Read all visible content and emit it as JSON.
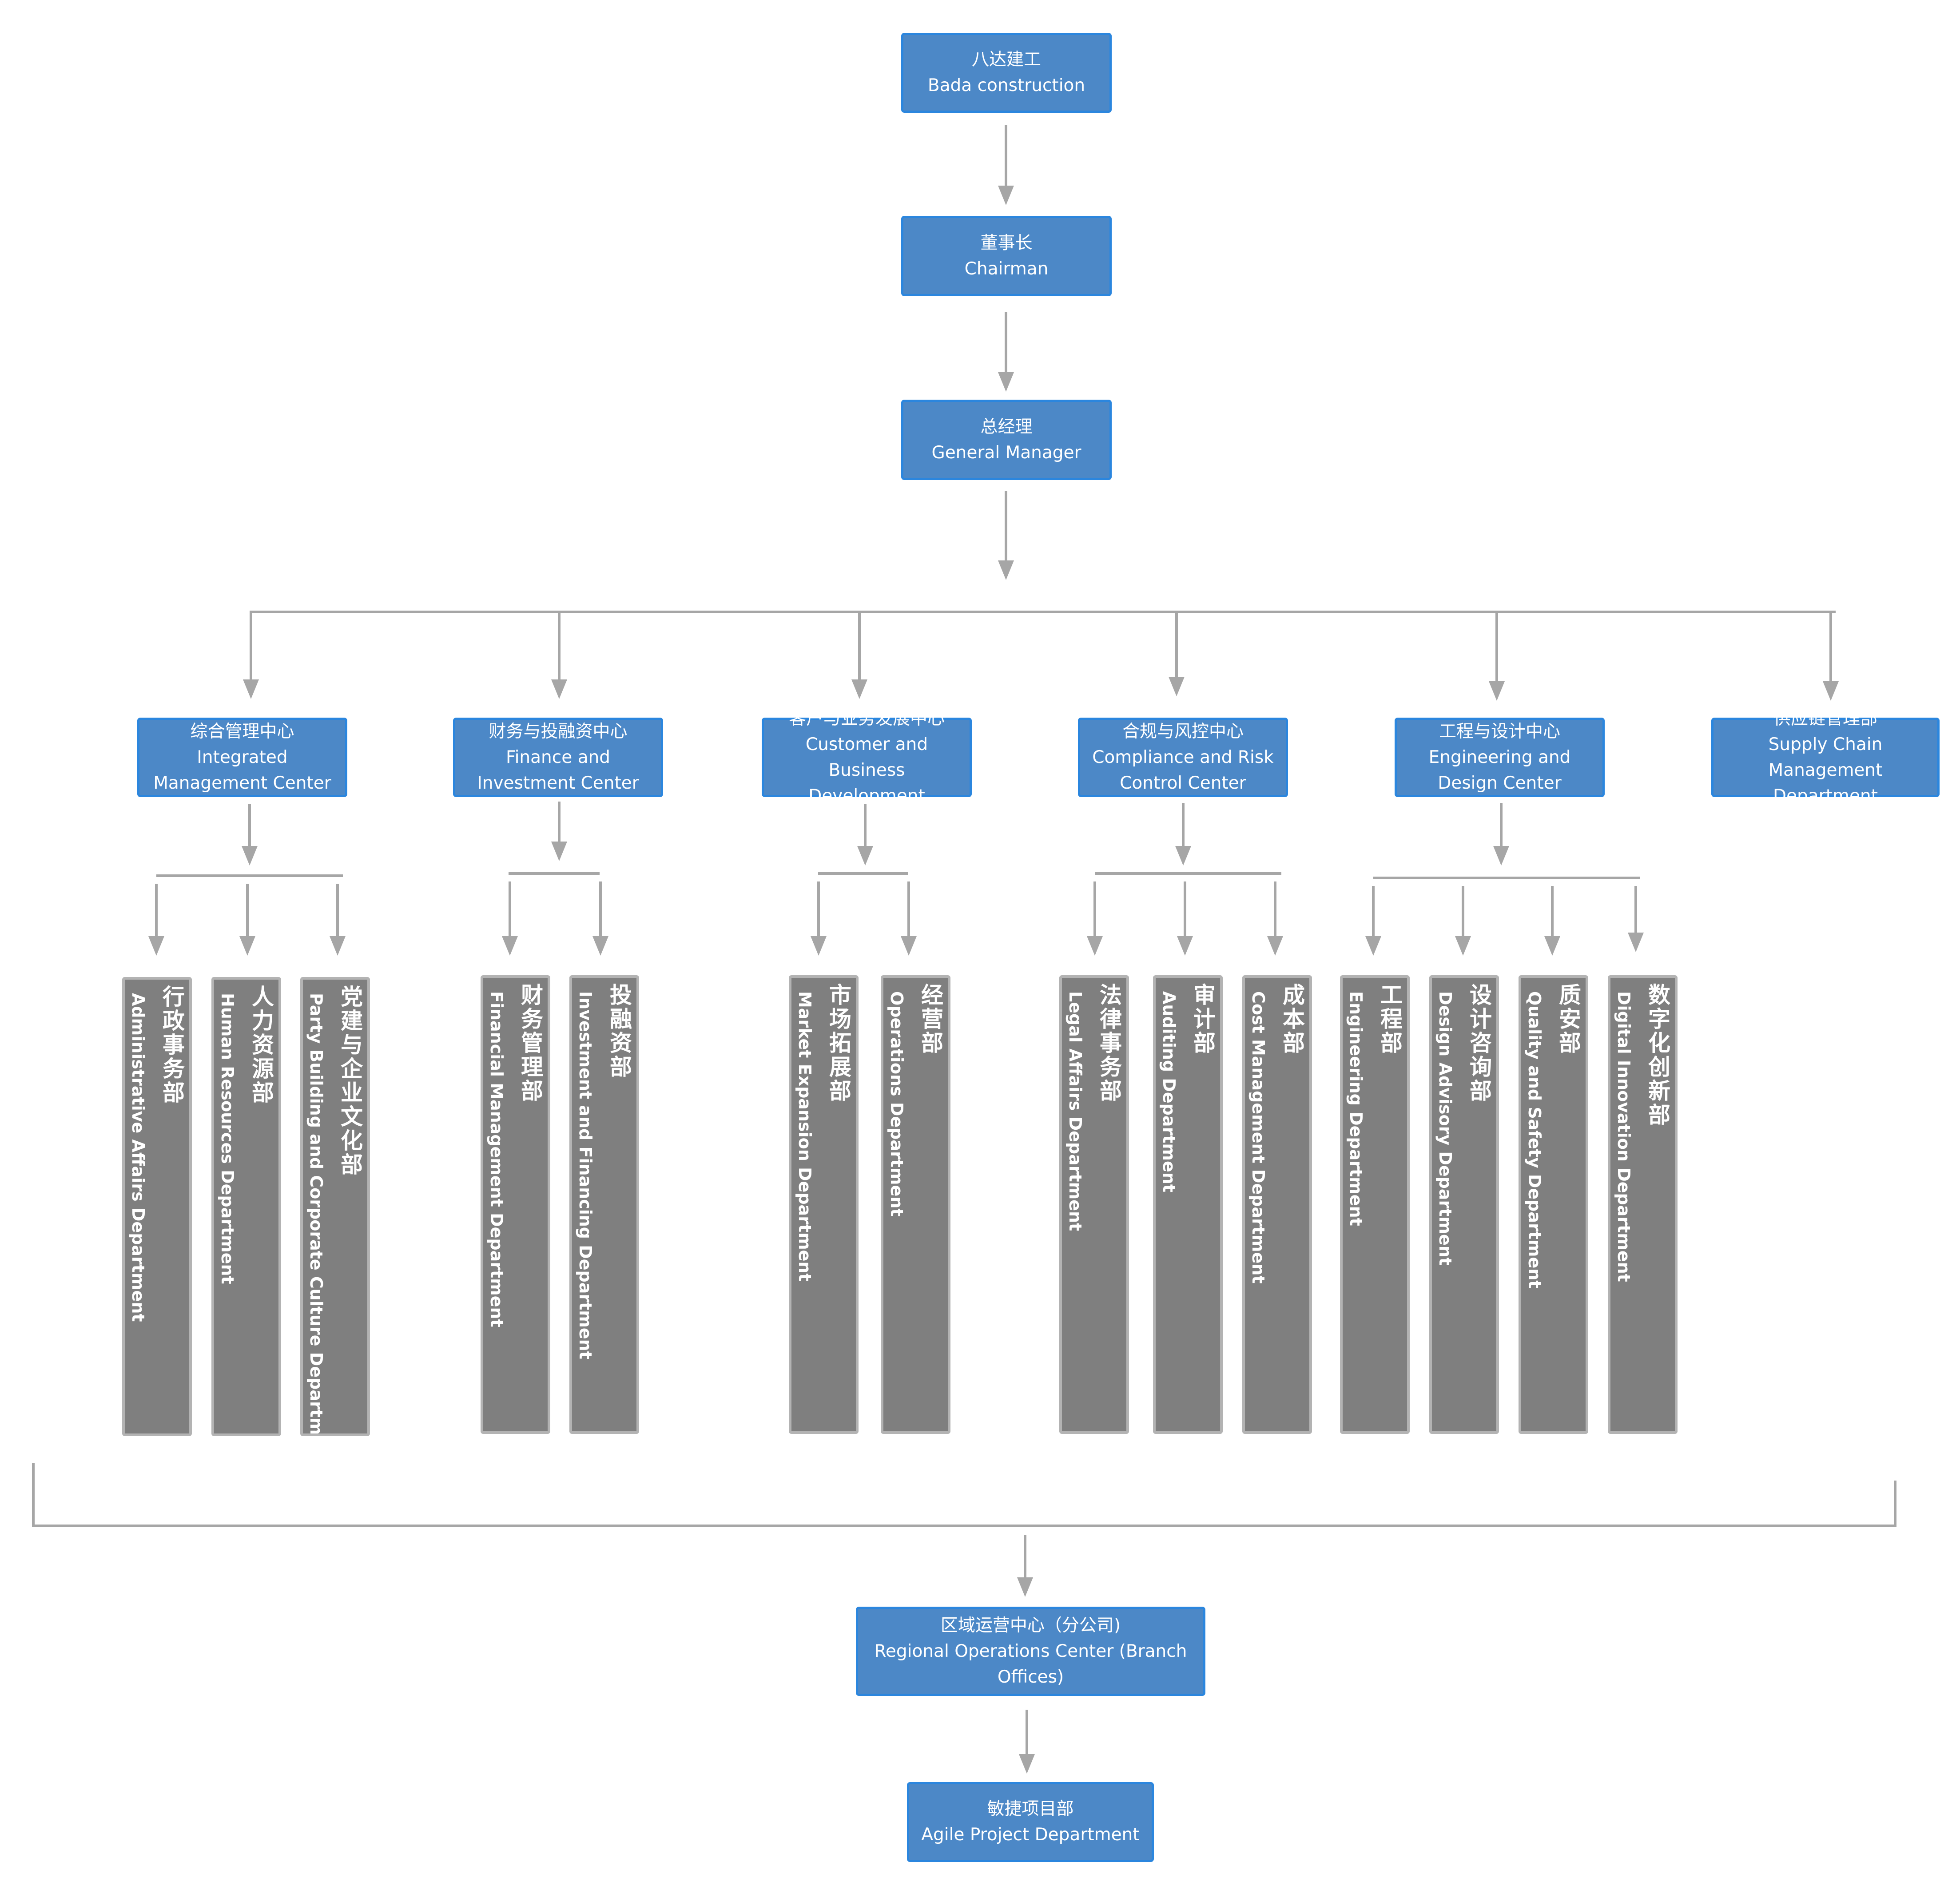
{
  "top": {
    "company": {
      "zh": "八达建工",
      "en": "Bada construction"
    },
    "chairman": {
      "zh": "董事长",
      "en": "Chairman"
    },
    "gm": {
      "zh": "总经理",
      "en": "General Manager"
    }
  },
  "centers": [
    {
      "zh": "综合管理中心",
      "en1": "Integrated",
      "en2": "Management Center",
      "depts": [
        {
          "zh": "行政事务部",
          "en": "Administrative Affairs Department"
        },
        {
          "zh": "人力资源部",
          "en": "Human Resources Department"
        },
        {
          "zh": "党建与企业文化部",
          "en": "Party Building and Corporate Culture Department"
        }
      ]
    },
    {
      "zh": "财务与投融资中心",
      "en1": "Finance and",
      "en2": "Investment Center",
      "depts": [
        {
          "zh": "财务管理部",
          "en": "Financial Management Department"
        },
        {
          "zh": "投融资部",
          "en": "Investment and Financing Department"
        }
      ]
    },
    {
      "zh": "客户与业务发展中心",
      "en1": "Customer and",
      "en2": "Business Development",
      "depts": [
        {
          "zh": "市场拓展部",
          "en": "Market Expansion Department"
        },
        {
          "zh": "经营部",
          "en": "Operations Department"
        }
      ]
    },
    {
      "zh": "合规与风控中心",
      "en1": "Compliance and Risk",
      "en2": "Control Center",
      "depts": [
        {
          "zh": "法律事务部",
          "en": "Legal Affairs Department"
        },
        {
          "zh": "审计部",
          "en": "Auditing Department"
        },
        {
          "zh": "成本部",
          "en": "Cost Management Department"
        }
      ]
    },
    {
      "zh": "工程与设计中心",
      "en1": "Engineering and",
      "en2": "Design Center",
      "depts": [
        {
          "zh": "工程部",
          "en": "Engineering Department"
        },
        {
          "zh": "设计咨询部",
          "en": "Design Advisory Department"
        },
        {
          "zh": "质安部",
          "en": "Quality and Safety Department"
        },
        {
          "zh": "数字化创新部",
          "en": "Digital Innovation Department"
        }
      ]
    },
    {
      "zh": "供应链管理部",
      "en1": "Supply Chain",
      "en2": "Management Department",
      "depts": []
    }
  ],
  "bottom": {
    "regional": {
      "zh": "区域运营中心（分公司)",
      "en1": "Regional Operations Center (Branch",
      "en2": "Offices)"
    },
    "agile": {
      "zh": "敏捷项目部",
      "en": "Agile Project Department"
    }
  },
  "colors": {
    "node_fill": "#4c88c7",
    "node_border": "#2b86de",
    "dept_fill": "#7f7f7f",
    "dept_border": "#b3b3b3",
    "connector": "#a6a6a6"
  }
}
